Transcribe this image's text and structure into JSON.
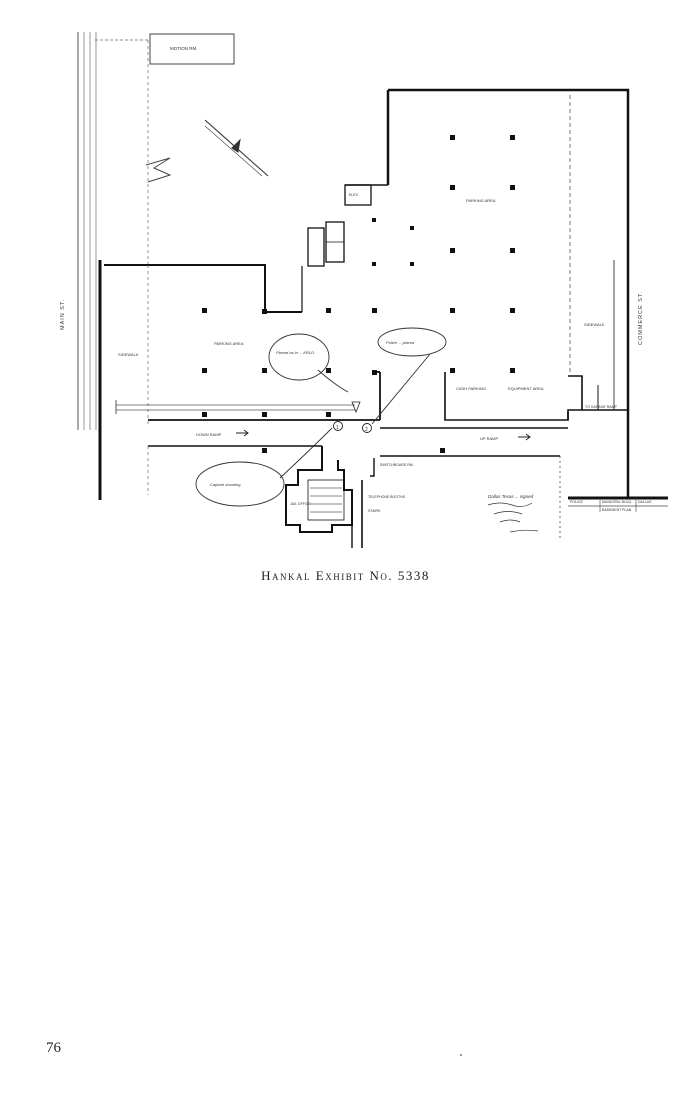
{
  "caption": "Hankal Exhibit No. 5338",
  "page_number": "76",
  "plan": {
    "streets": {
      "main": "MAIN ST.",
      "commerce": "COMMERCE ST."
    },
    "labels": {
      "motion_rm": "MOTION RM.",
      "parking_area_main": "PARKING AREA",
      "parking_area_basement": "PARKING AREA",
      "sidewalk_left": "SIDEWALK",
      "sidewalk_right": "SIDEWALK",
      "down_ramp": "DOWN RAMP",
      "up_ramp": "UP RAMP",
      "cash_parking": "CASH PARKING",
      "equipment_area": "EQUIPMENT AREA",
      "jail_office": "JAIL OFFICE",
      "telephone_booths": "TELEPHONE BOOTHS",
      "switchboard_room": "SWITCHBOARD RM.",
      "elevator": "ELEV.",
      "stairs": "STAIRS",
      "ramp_to_garage": "TO GARAGE RAMP",
      "legend_police": "POLICE",
      "legend_building": "MUNICIPAL BLDG.",
      "legend_dallas": "DALLAS",
      "legend_basement": "BASEMENT PLAN"
    },
    "annotations": {
      "note_upper": "Police ... placed",
      "note_middle": "Placed as in ... KRLD",
      "note_lower": "Capture shooting",
      "signature_note": "Dallas Texas ... signed"
    },
    "markers": {
      "marker_1": "1",
      "marker_2": "2"
    }
  }
}
